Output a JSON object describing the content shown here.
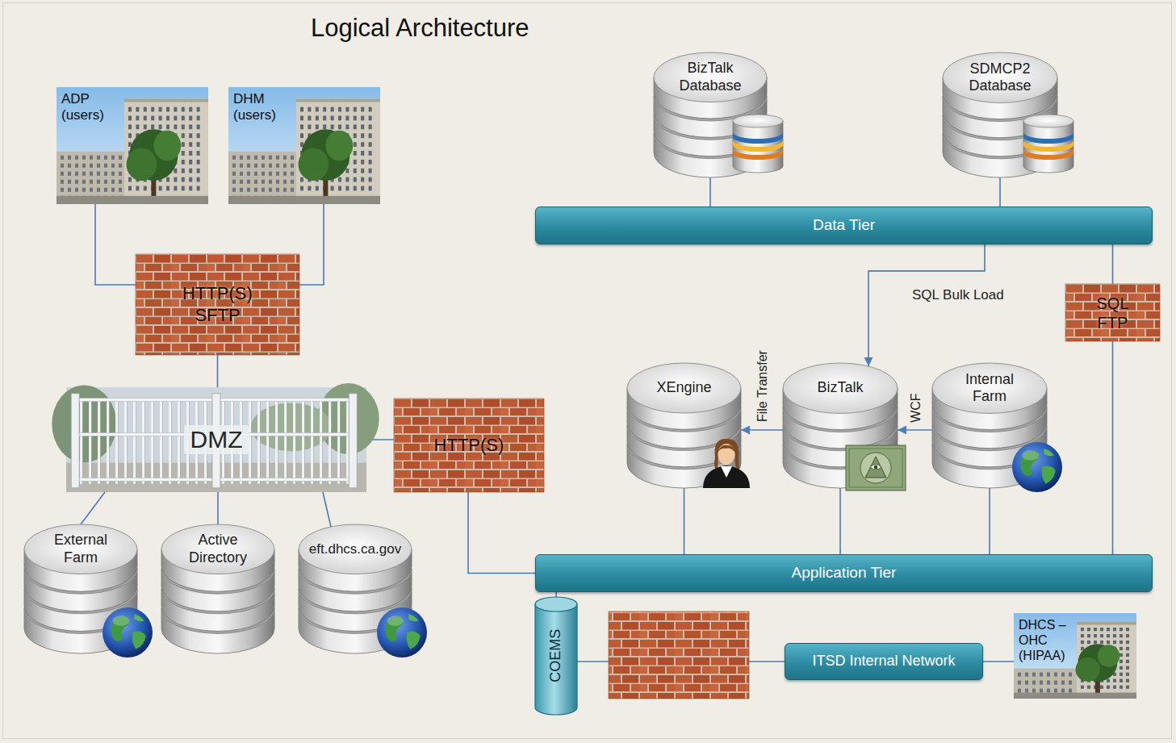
{
  "diagram": {
    "title": "Logical Architecture",
    "nodes": [
      {
        "text": [
          "ADP (users)"
        ]
      },
      {
        "text": [
          "DHM (users)"
        ]
      },
      {
        "text": [
          "HTTP(S) SFTP"
        ]
      },
      {
        "text": [
          "DMZ"
        ]
      },
      {
        "text": [
          "HTTP(S)"
        ]
      },
      {
        "text": [
          "External Farm"
        ]
      },
      {
        "text": [
          "Active Directory"
        ]
      },
      {
        "text": [
          "eft.dhcs.ca.gov"
        ]
      },
      {
        "text": [
          "BizTalk Database"
        ]
      },
      {
        "text": [
          "SDMCP2 Database"
        ]
      },
      {
        "text": [
          "Data Tier"
        ]
      },
      {
        "text": [
          "SQL FTP"
        ]
      },
      {
        "text": [
          "XEngine"
        ]
      },
      {
        "text": [
          "BizTalk"
        ]
      },
      {
        "text": [
          "Internal Farm"
        ]
      },
      {
        "text": [
          "Application Tier"
        ]
      },
      {
        "text": [
          "COEMS"
        ]
      },
      {
        "text": [
          "ITSD Internal Network"
        ]
      },
      {
        "text": [
          "DHCS – OHC (HIPAA)"
        ]
      }
    ],
    "edges": [
      {
        "from": 0,
        "to": 2,
        "arrow": "none"
      },
      {
        "from": 1,
        "to": 2,
        "arrow": "none"
      },
      {
        "from": 2,
        "to": 3,
        "arrow": "none"
      },
      {
        "from": 3,
        "to": 4,
        "arrow": "none"
      },
      {
        "from": 4,
        "to": 15,
        "arrow": "none"
      },
      {
        "from": 3,
        "to": 5,
        "arrow": "none"
      },
      {
        "from": 3,
        "to": 6,
        "arrow": "none"
      },
      {
        "from": 3,
        "to": 7,
        "arrow": "none"
      },
      {
        "from": 8,
        "to": 10,
        "arrow": "none"
      },
      {
        "from": 9,
        "to": 10,
        "arrow": "none"
      },
      {
        "from": 10,
        "to": 13,
        "label": "SQL Bulk Load",
        "arrow": "to"
      },
      {
        "from": 13,
        "to": 12,
        "label": "File Transfer",
        "arrow": "to"
      },
      {
        "from": 14,
        "to": 13,
        "label": "WCF",
        "arrow": "to"
      },
      {
        "from": 10,
        "to": 11,
        "arrow": "none"
      },
      {
        "from": 11,
        "to": 15,
        "arrow": "none"
      },
      {
        "from": 12,
        "to": 15,
        "arrow": "none"
      },
      {
        "from": 13,
        "to": 15,
        "arrow": "none"
      },
      {
        "from": 14,
        "to": 15,
        "arrow": "none"
      },
      {
        "from": 15,
        "to": 16,
        "arrow": "none"
      },
      {
        "from": 16,
        "to": 17,
        "arrow": "none"
      },
      {
        "from": 17,
        "to": 18,
        "arrow": "none"
      }
    ]
  }
}
